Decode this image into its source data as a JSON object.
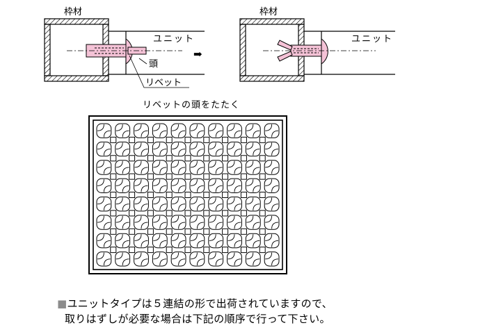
{
  "diagram": {
    "left_label_frame": "枠材",
    "left_label_unit": "ユニット",
    "left_label_head": "頭",
    "left_label_rivet": "リベット",
    "right_label_frame": "枠材",
    "right_label_unit": "ユニット",
    "caption_step": "リベットの頭をたたく",
    "arrow_icon": "right-arrow-icon",
    "rivet_color": "#f4c2d6",
    "hatch_color": "#000000"
  },
  "note": {
    "bullet": "■",
    "line1": "ユニットタイプは５連結の形で出荷されていますので、",
    "line2": "取りはずしが必要な場合は下記の順序で行って下さい。"
  }
}
